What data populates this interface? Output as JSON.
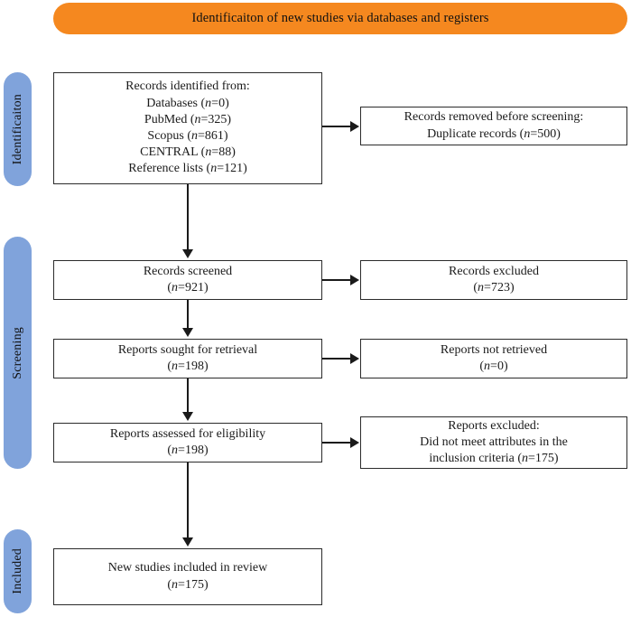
{
  "header": {
    "title": "Identificaiton of new studies via databases and registers",
    "background_color": "#f5881f",
    "text_color": "#111111"
  },
  "stages": {
    "color": "#80a3db",
    "identification": "Identificaiton",
    "screening": "Screening",
    "included": "Included"
  },
  "boxes": {
    "identified": {
      "line1": "Records identified from:",
      "line2_label": "Databases (",
      "line2_n": "n",
      "line2_value": "=0)",
      "line3_label": "PubMed (",
      "line3_n": "n",
      "line3_value": "=325)",
      "line4_label": "Scopus (",
      "line4_n": "n",
      "line4_value": "=861)",
      "line5_label": "CENTRAL (",
      "line5_n": "n",
      "line5_value": "=88)",
      "line6_label": "Reference lists (",
      "line6_n": "n",
      "line6_value": "=121)"
    },
    "removed": {
      "line1": "Records removed before screening:",
      "line2_label": "Duplicate records (",
      "line2_n": "n",
      "line2_value": "=500)"
    },
    "screened": {
      "line1": "Records screened",
      "line2_open": "(",
      "line2_n": "n",
      "line2_value": "=921)"
    },
    "records_excluded": {
      "line1": "Records excluded",
      "line2_open": "(",
      "line2_n": "n",
      "line2_value": "=723)"
    },
    "sought": {
      "line1": "Reports sought for retrieval",
      "line2_open": "(",
      "line2_n": "n",
      "line2_value": "=198)"
    },
    "not_retrieved": {
      "line1": "Reports not retrieved",
      "line2_open": "(",
      "line2_n": "n",
      "line2_value": "=0)"
    },
    "assessed": {
      "line1": "Reports assessed for eligibility",
      "line2_open": "(",
      "line2_n": "n",
      "line2_value": "=198)"
    },
    "reports_excluded": {
      "line1": "Reports excluded:",
      "line2": "Did not meet attributes in the",
      "line3_label": "inclusion criteria (",
      "line3_n": "n",
      "line3_value": "=175)"
    },
    "included": {
      "line1": "New studies included in review",
      "line2_open": "(",
      "line2_n": "n",
      "line2_value": "=175)"
    }
  },
  "chart_data": {
    "type": "diagram",
    "title": "Identificaiton of new studies via databases and registers",
    "nodes": [
      {
        "id": "identified",
        "stage": "Identification",
        "text": "Records identified from: Databases (n=0); PubMed (n=325); Scopus (n=861); CENTRAL (n=88); Reference lists (n=121)",
        "counts": {
          "Databases": 0,
          "PubMed": 325,
          "Scopus": 861,
          "CENTRAL": 88,
          "Reference lists": 121
        }
      },
      {
        "id": "removed",
        "stage": "Identification",
        "text": "Records removed before screening: Duplicate records (n=500)",
        "counts": {
          "Duplicate records": 500
        }
      },
      {
        "id": "screened",
        "stage": "Screening",
        "text": "Records screened (n=921)",
        "counts": {
          "n": 921
        }
      },
      {
        "id": "records_excluded",
        "stage": "Screening",
        "text": "Records excluded (n=723)",
        "counts": {
          "n": 723
        }
      },
      {
        "id": "sought",
        "stage": "Screening",
        "text": "Reports sought for retrieval (n=198)",
        "counts": {
          "n": 198
        }
      },
      {
        "id": "not_retrieved",
        "stage": "Screening",
        "text": "Reports not retrieved (n=0)",
        "counts": {
          "n": 0
        }
      },
      {
        "id": "assessed",
        "stage": "Screening",
        "text": "Reports assessed for eligibility (n=198)",
        "counts": {
          "n": 198
        }
      },
      {
        "id": "reports_excluded",
        "stage": "Screening",
        "text": "Reports excluded: Did not meet attributes in the inclusion criteria (n=175)",
        "counts": {
          "n": 175
        }
      },
      {
        "id": "included",
        "stage": "Included",
        "text": "New studies included in review (n=175)",
        "counts": {
          "n": 175
        }
      }
    ],
    "edges": [
      {
        "from": "identified",
        "to": "removed",
        "direction": "right"
      },
      {
        "from": "identified",
        "to": "screened",
        "direction": "down"
      },
      {
        "from": "screened",
        "to": "records_excluded",
        "direction": "right"
      },
      {
        "from": "screened",
        "to": "sought",
        "direction": "down"
      },
      {
        "from": "sought",
        "to": "not_retrieved",
        "direction": "right"
      },
      {
        "from": "sought",
        "to": "assessed",
        "direction": "down"
      },
      {
        "from": "assessed",
        "to": "reports_excluded",
        "direction": "right"
      },
      {
        "from": "assessed",
        "to": "included",
        "direction": "down"
      }
    ]
  }
}
